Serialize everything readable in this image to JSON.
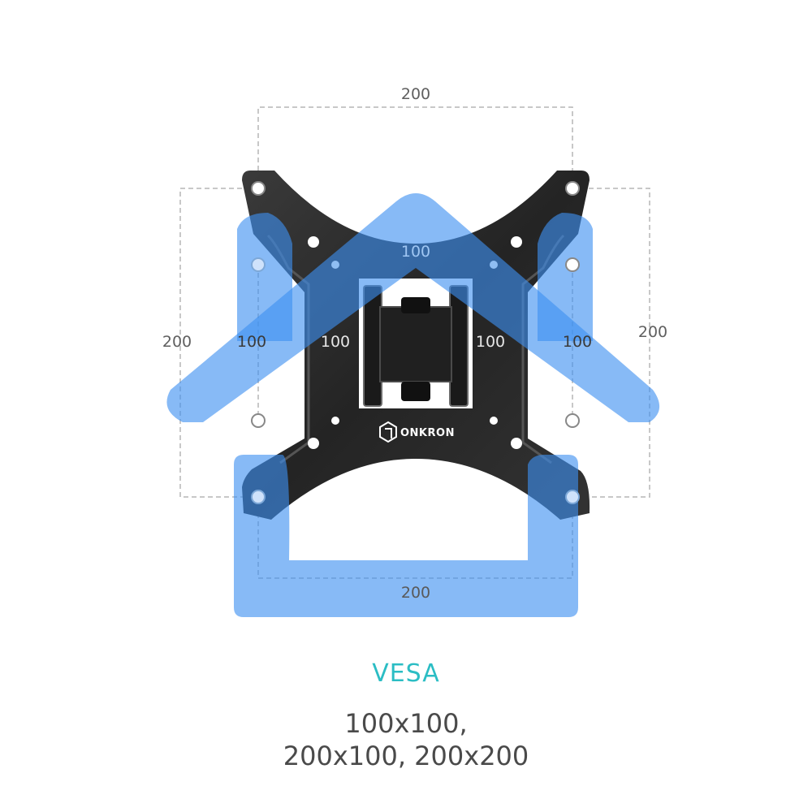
{
  "brand": {
    "name": "ONKRON",
    "icon": "onkron-hexagon-logo"
  },
  "dimensions": {
    "top": "200",
    "bottom": "200",
    "left_outer": "200",
    "right_outer": "200",
    "inner_top": "100",
    "inner_left": "100",
    "inner_right": "100",
    "side_left": "100",
    "side_right": "100"
  },
  "caption": {
    "title": "VESA",
    "line1": "100x100,",
    "line2": "200x100, 200x200"
  },
  "colors": {
    "plate": "#2b2b2b",
    "overlay_blue": "#3d8ff0",
    "dash_line": "#b5b5b5",
    "accent_teal": "#2bbdc4",
    "caption_text": "#4a4a4a"
  }
}
